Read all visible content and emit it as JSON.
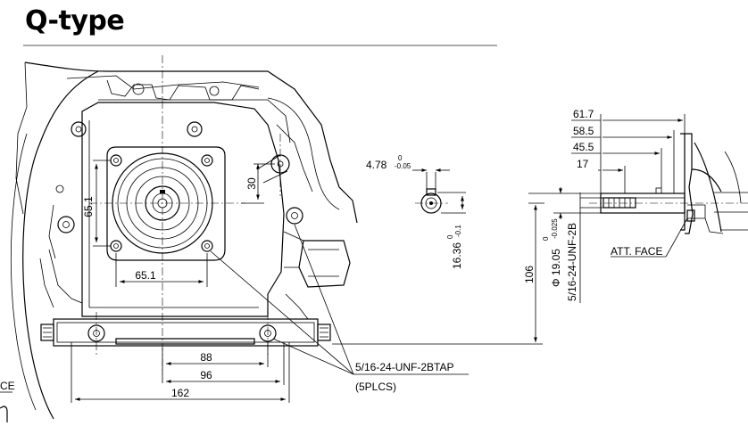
{
  "title": "Q-type",
  "front_view": {
    "dim_30": "30",
    "dim_65_1_vertical": "65.1",
    "dim_65_1_horizontal": "65.1",
    "dim_88": "88",
    "dim_96": "96",
    "dim_162": "162",
    "thread_callout": "5/16-24-UNF-2BTAP",
    "thread_count": "(5PLCS)",
    "partial_label": "CE"
  },
  "key_section": {
    "width": "4.78",
    "width_tol_upper": "0",
    "width_tol_lower": "-0.05",
    "depth": "16.36",
    "depth_tol_upper": "0",
    "depth_tol_lower": "-0.1"
  },
  "side_view": {
    "dim_61_7": "61.7",
    "dim_58_5": "58.5",
    "dim_45_5": "45.5",
    "dim_17": "17",
    "dim_106": "106",
    "shaft_dia": "Φ 19.05",
    "shaft_tol_upper": "0",
    "shaft_tol_lower": "-0.025",
    "shaft_thread": "5/16-24-UNF-2B",
    "att_face": "ATT. FACE"
  }
}
